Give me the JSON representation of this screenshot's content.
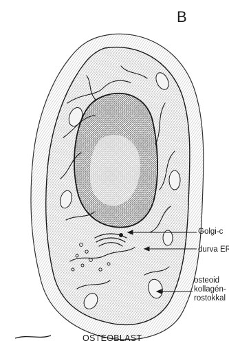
{
  "figure": {
    "panel_label": "B",
    "caption": "OSTEOBLAST",
    "callouts": [
      {
        "id": "golgi",
        "lines": [
          "Golgi-c"
        ]
      },
      {
        "id": "er",
        "lines": [
          "durva ER"
        ]
      },
      {
        "id": "osteoid",
        "lines": [
          "osteoid",
          "kollagén-",
          "rostokkal"
        ]
      }
    ]
  },
  "colors": {
    "ink": "#1a1a1a",
    "stipple": "#6b6b6b",
    "nucleus": "#3a3a3a",
    "paper": "#ffffff"
  }
}
